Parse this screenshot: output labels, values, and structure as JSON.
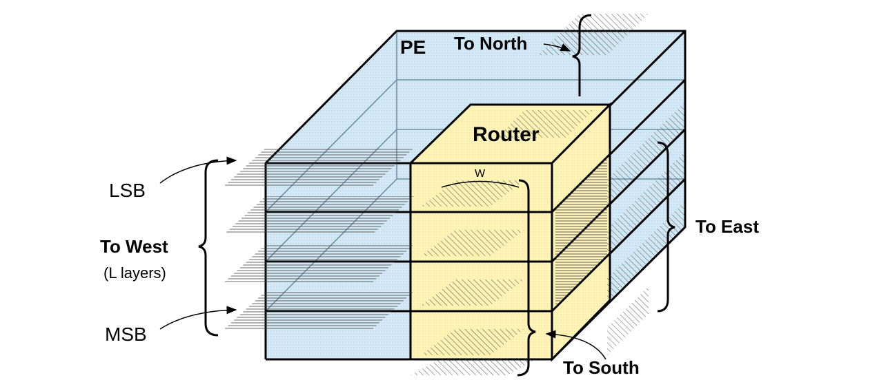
{
  "labels": {
    "pe": "PE",
    "router": "Router",
    "to_north": "To North",
    "to_east": "To East",
    "to_south": "To South",
    "to_west": "To West",
    "l_layers": "(L layers)",
    "lsb": "LSB",
    "msb": "MSB",
    "w": "W"
  },
  "colors": {
    "pe_fill": "#cfe6f3",
    "pe_edge": "#000000",
    "router_front": "#fff3b0",
    "router_top": "#fff3b0",
    "router_side": "#fff3b0",
    "hatch": "#333333"
  }
}
